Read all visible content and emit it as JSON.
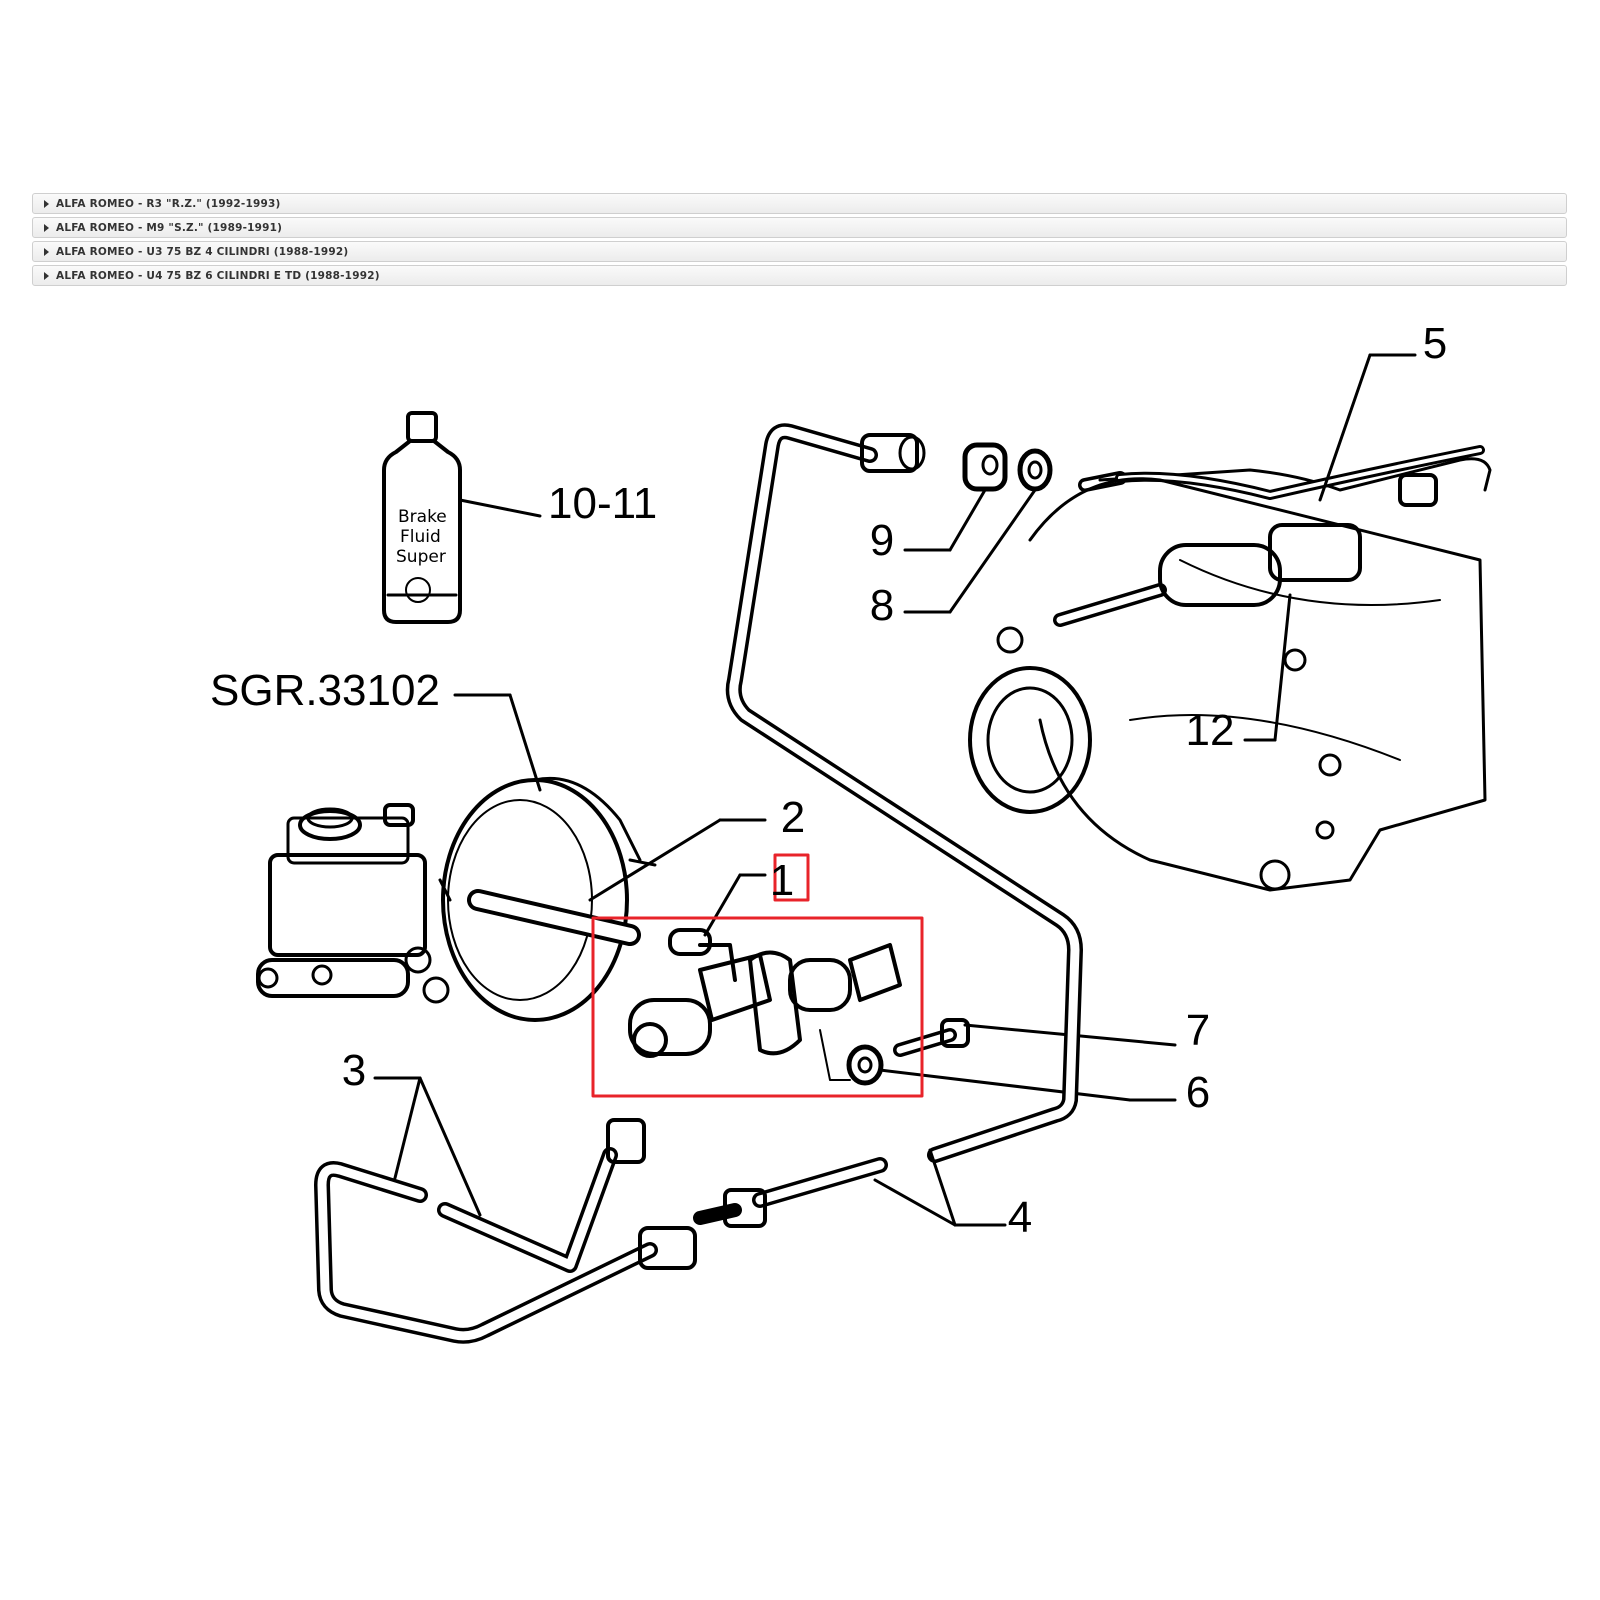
{
  "models": [
    {
      "label": "ALFA ROMEO - R3 \"R.Z.\" (1992-1993)"
    },
    {
      "label": "ALFA ROMEO - M9 \"S.Z.\" (1989-1991)"
    },
    {
      "label": "ALFA ROMEO - U3 75 BZ 4 CILINDRI (1988-1992)"
    },
    {
      "label": "ALFA ROMEO - U4 75 BZ 6 CILINDRI E TD (1988-1992)"
    }
  ],
  "diagram": {
    "bottle_text": [
      "Brake",
      "Fluid",
      "Super"
    ],
    "callouts": {
      "c1": "1",
      "c2": "2",
      "c3": "3",
      "c4": "4",
      "c5": "5",
      "c6": "6",
      "c7": "7",
      "c8": "8",
      "c9": "9",
      "c10_11": "10-11",
      "c12": "12",
      "sgr": "SGR.33102"
    },
    "highlight_color": "#e8232a"
  }
}
